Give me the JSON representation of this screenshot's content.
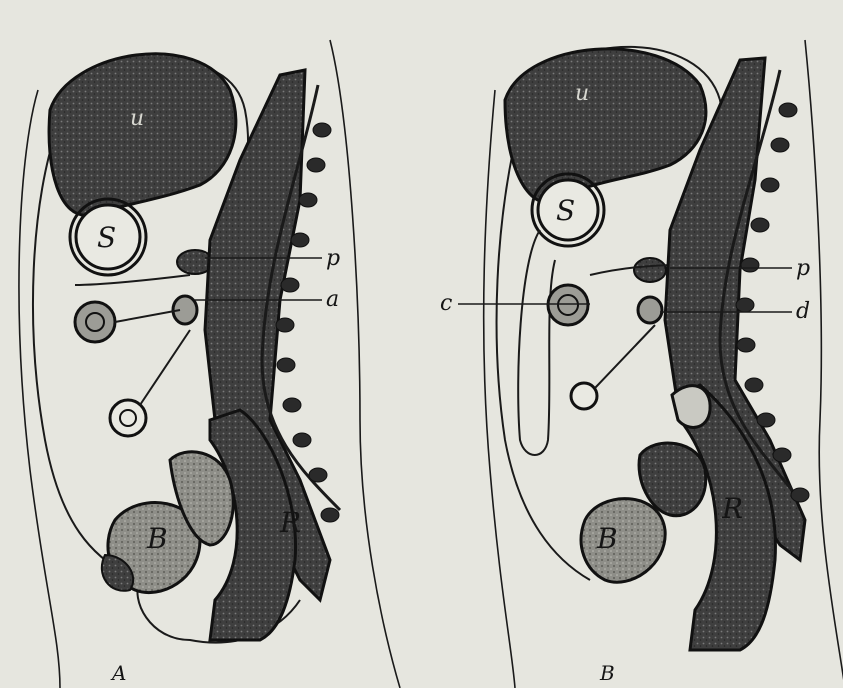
{
  "panels": [
    {
      "caption": "A",
      "labels": {
        "liver": "u",
        "stomach": "S",
        "bladder": "B",
        "rectum": "R",
        "p": "p",
        "a": "a"
      }
    },
    {
      "caption": "B",
      "labels": {
        "liver": "u",
        "stomach": "S",
        "bladder": "B",
        "rectum": "R",
        "p": "p",
        "c": "c",
        "d": "d"
      }
    }
  ],
  "colors": {
    "paper": "#e6e6df",
    "ink": "#1a1a1a",
    "organ": "#3d3d3d"
  }
}
